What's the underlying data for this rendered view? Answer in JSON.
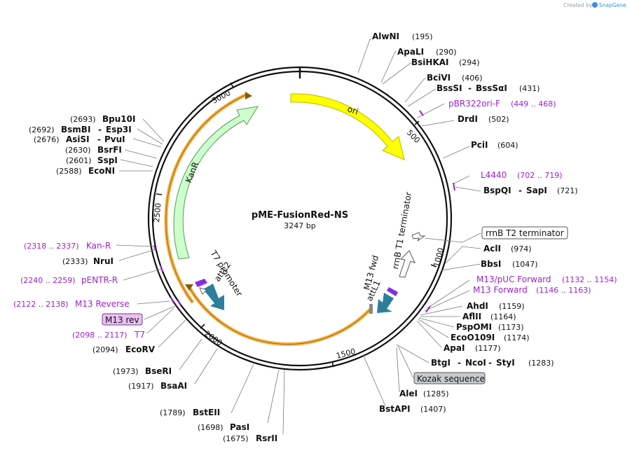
{
  "plasmid": {
    "name": "pME-FusionRed-NS",
    "size_label": "3247 bp"
  },
  "credit": {
    "prefix": "Created by",
    "brand": "SnapGene"
  },
  "ticks": [
    "500",
    "1000",
    "1500",
    "2000",
    "2500",
    "3000"
  ],
  "enzymes": [
    {
      "id": "alwni",
      "name": "AlwNI",
      "pos": "(195)"
    },
    {
      "id": "apali",
      "name": "ApaLI",
      "pos": "(290)"
    },
    {
      "id": "bsihkai",
      "name": "BsiHKAI",
      "pos": "(294)"
    },
    {
      "id": "bcivi",
      "name": "BciVI",
      "pos": "(406)"
    },
    {
      "id": "bsssi",
      "name": "BssSI",
      "name2": "BssSαI",
      "pos": "(431)"
    },
    {
      "id": "drdi",
      "name": "DrdI",
      "pos": "(502)"
    },
    {
      "id": "pcii",
      "name": "PciI",
      "pos": "(604)"
    },
    {
      "id": "bspqi",
      "name": "BspQI",
      "name2": "SapI",
      "pos": "(721)"
    },
    {
      "id": "acli",
      "name": "AclI",
      "pos": "(974)"
    },
    {
      "id": "bbsi",
      "name": "BbsI",
      "pos": "(1047)"
    },
    {
      "id": "ahdi",
      "name": "AhdI",
      "pos": "(1159)"
    },
    {
      "id": "aflii",
      "name": "AflII",
      "pos": "(1164)"
    },
    {
      "id": "pspomi",
      "name": "PspOMI",
      "pos": "(1173)"
    },
    {
      "id": "eco0109i",
      "name": "EcoO109I",
      "pos": "(1174)"
    },
    {
      "id": "apai",
      "name": "ApaI",
      "pos": "(1177)"
    },
    {
      "id": "btgi",
      "name": "BtgI",
      "name2": "NcoI",
      "name3": "StyI",
      "pos": "(1283)"
    },
    {
      "id": "alei",
      "name": "AleI",
      "pos": "(1285)"
    },
    {
      "id": "bstapi",
      "name": "BstAPI",
      "pos": "(1407)"
    },
    {
      "id": "rsrii",
      "name": "RsrII",
      "pos": "(1675)"
    },
    {
      "id": "pasi",
      "name": "PasI",
      "pos": "(1698)"
    },
    {
      "id": "bsteii",
      "name": "BstEII",
      "pos": "(1789)"
    },
    {
      "id": "bsaai",
      "name": "BsaAI",
      "pos": "(1917)"
    },
    {
      "id": "bseri",
      "name": "BseRI",
      "pos": "(1973)"
    },
    {
      "id": "ecorv",
      "name": "EcoRV",
      "pos": "(2094)"
    },
    {
      "id": "nrui",
      "name": "NruI",
      "pos": "(2333)"
    },
    {
      "id": "econi",
      "name": "EcoNI",
      "pos": "(2588)"
    },
    {
      "id": "sspi",
      "name": "SspI",
      "pos": "(2601)"
    },
    {
      "id": "bsrfi",
      "name": "BsrFI",
      "pos": "(2630)"
    },
    {
      "id": "asisi",
      "name": "AsiSI",
      "name2": "PvuI",
      "pos": "(2676)"
    },
    {
      "id": "bsmbi",
      "name": "BsmBI",
      "name2": "Esp3I",
      "pos": "(2692)"
    },
    {
      "id": "bpu10i",
      "name": "Bpu10I",
      "pos": "(2693)"
    }
  ],
  "primers": [
    {
      "id": "pbr322ori",
      "name": "pBR322ori-F",
      "range": "(449 .. 468)"
    },
    {
      "id": "l4440",
      "name": "L4440",
      "range": "(702 .. 719)"
    },
    {
      "id": "m13puc",
      "name": "M13/pUC Forward",
      "range": "(1132 .. 1154)"
    },
    {
      "id": "m13fwd",
      "name": "M13 Forward",
      "range": "(1146 .. 1163)"
    },
    {
      "id": "kanr",
      "name": "Kan-R",
      "range": "(2318 .. 2337)"
    },
    {
      "id": "pentr",
      "name": "pENTR-R",
      "range": "(2240 .. 2259)"
    },
    {
      "id": "m13rev",
      "name": "M13 Reverse",
      "range": "(2122 .. 2138)"
    },
    {
      "id": "t7",
      "name": "T7",
      "range": "(2098 .. 2117)"
    }
  ],
  "boxed_labels": {
    "rrnb_t2": "rrnB T2 terminator",
    "kozak": "Kozak sequence",
    "m13rev_box": "M13 rev"
  },
  "features": {
    "ori": "ori",
    "kanr": "KanR",
    "rrnb_t1": "rrnB T1 terminator",
    "m13fwd": "M13 fwd",
    "attl1": "attL1",
    "attl2": "attL2",
    "t7promoter": "T7 promoter"
  },
  "colors": {
    "backbone": "#111111",
    "ori": "#ffff00",
    "kanr": "#ccffcc",
    "orf_band": "#f5b041",
    "att_sites": "#2c7f9a",
    "primer": "#a020d0",
    "kozak_box": "#c8ccd0",
    "m13rev_box": "#e8c0f0",
    "credit_brand": "#3a8ee6"
  }
}
